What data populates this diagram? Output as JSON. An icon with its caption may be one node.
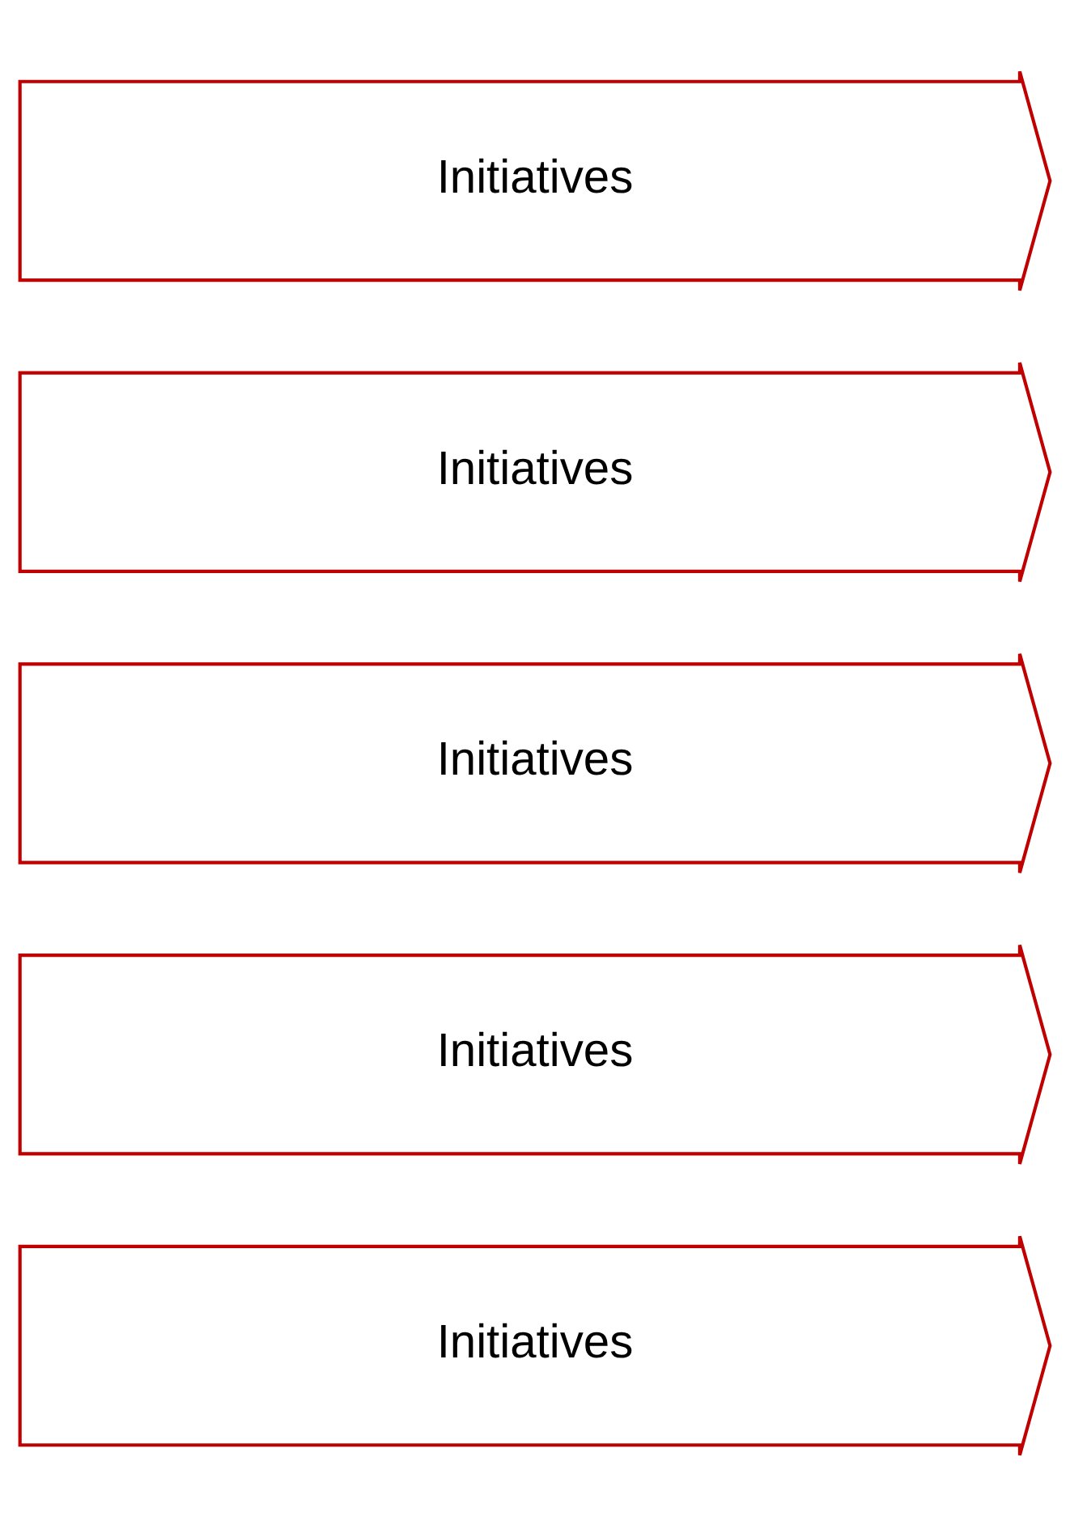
{
  "diagram": {
    "nodes": [
      {
        "text": [
          "Initiatives"
        ]
      },
      {
        "text": [
          "Initiatives"
        ]
      },
      {
        "text": [
          "Initiatives"
        ]
      },
      {
        "text": [
          "Initiatives"
        ]
      },
      {
        "text": [
          "Initiatives"
        ]
      }
    ]
  }
}
